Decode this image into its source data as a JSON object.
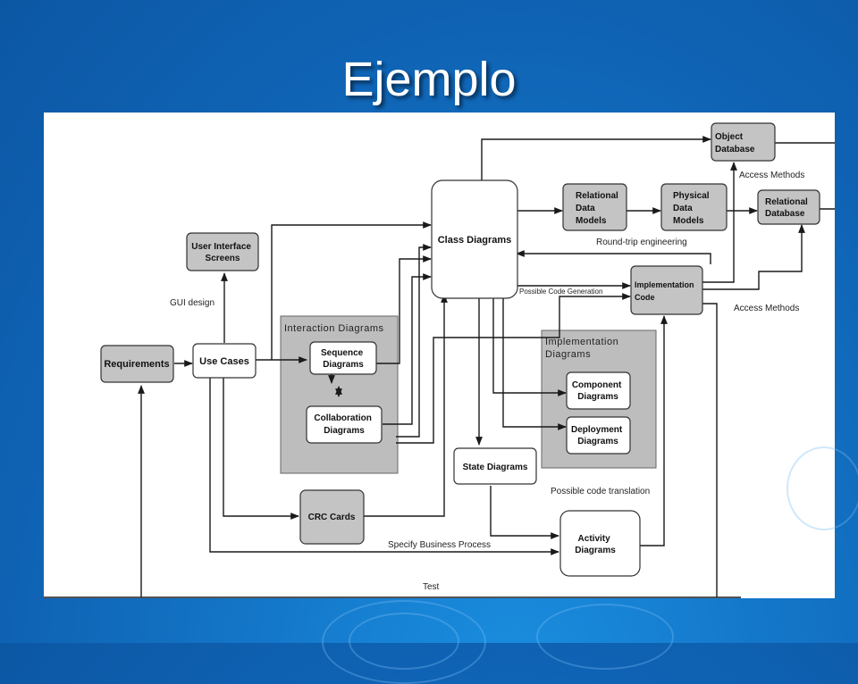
{
  "slide": {
    "title": "Ejemplo"
  },
  "diagram": {
    "nodes": {
      "requirements": "Requirements",
      "use_cases": "Use Cases",
      "ui_screens": [
        "User Interface",
        "Screens"
      ],
      "class_diagrams": "Class Diagrams",
      "object_database": [
        "Object",
        "Database"
      ],
      "relational_data_models": [
        "Relational",
        "Data",
        "Models"
      ],
      "physical_data_models": [
        "Physical",
        "Data",
        "Models"
      ],
      "relational_database": [
        "Relational",
        "Database"
      ],
      "implementation_code": [
        "Implementation",
        "Code"
      ],
      "sequence_diagrams": [
        "Sequence",
        "Diagrams"
      ],
      "collaboration_diagrams": [
        "Collaboration",
        "Diagrams"
      ],
      "component_diagrams": [
        "Component",
        "Diagrams"
      ],
      "deployment_diagrams": [
        "Deployment",
        "Diagrams"
      ],
      "state_diagrams": "State Diagrams",
      "crc_cards": "CRC Cards",
      "activity_diagrams": [
        "Activity",
        "Diagrams"
      ]
    },
    "groups": {
      "interaction": "Interaction Diagrams",
      "implementation": [
        "Implementation",
        "Diagrams"
      ]
    },
    "edge_labels": {
      "gui_design": "GUI design",
      "access_methods_top": "Access Methods",
      "round_trip": "Round-trip engineering",
      "possible_code_generation": "Possible Code Generation",
      "access_methods_bottom": "Access Methods",
      "possible_code_translation": "Possible code translation",
      "specify_business_process": "Specify Business Process",
      "test": "Test"
    },
    "colors": {
      "node_gray": "#c4c4c4",
      "group_gray": "#bdbdbd",
      "line": "#1a1a1a"
    }
  }
}
